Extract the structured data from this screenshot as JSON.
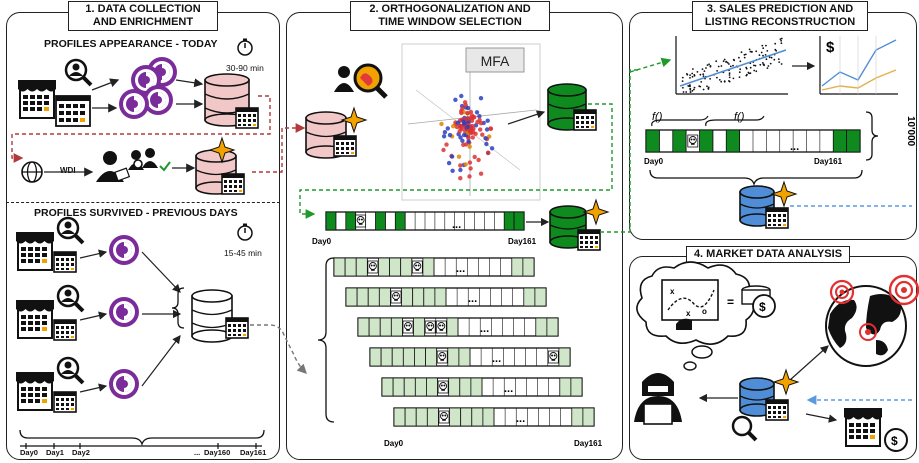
{
  "panels": {
    "p1_title": [
      "1. DATA COLLECTION",
      "AND ENRICHMENT"
    ],
    "p2_title": [
      "2. ORTHOGONALIZATION AND",
      "TIME WINDOW SELECTION"
    ],
    "p3_title": [
      "3. SALES PREDICTION AND",
      "LISTING RECONSTRUCTION"
    ],
    "p4_title": [
      "4. MARKET DATA ANALYSIS"
    ]
  },
  "p1": {
    "today_heading": "PROFILES APPEARANCE - TODAY",
    "today_time": "30-90 min",
    "survived_heading": "PROFILES SURVIVED - PREVIOUS DAYS",
    "survived_time": "15-45 min",
    "wdi_label": "WDI",
    "timeline": [
      "Day0",
      "Day1",
      "Day2",
      "...",
      "Day160",
      "Day161"
    ]
  },
  "p2": {
    "mfa_label": "MFA",
    "strip_ellipsis": "...",
    "strip_start": "Day0",
    "strip_end": "Day161"
  },
  "p3": {
    "func1": "f()",
    "func2": "f()",
    "strip_start": "Day0",
    "strip_end": "Day161",
    "strip_ellipsis": "...",
    "count": "10'000",
    "dollar": "$"
  },
  "p4": {
    "equals": "="
  },
  "colors": {
    "green": "#0f8a1f",
    "light_green": "#cfe6c8",
    "pink": "#f2c7c7",
    "tor_purple": "#7b2c9b",
    "blue_db": "#4f8ed6",
    "orange": "#f2a200",
    "red_arrow": "#b23a3a",
    "green_arrow": "#1f9a2a",
    "blue_arrow": "#5a9ae0",
    "gray_arrow": "#777777"
  }
}
